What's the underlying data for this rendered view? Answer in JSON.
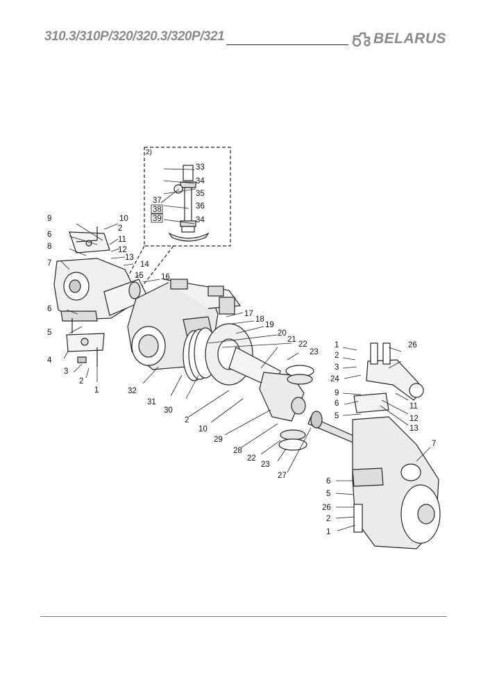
{
  "header": {
    "title": "310.3/310P/320/320.3/320P/321",
    "brand": "BELARUS"
  },
  "inset": {
    "note": "2)",
    "labels": [
      "33",
      "34",
      "35",
      "36",
      "34",
      "37",
      "38",
      "39"
    ]
  },
  "callouts": [
    "10",
    "9",
    "2",
    "6",
    "11",
    "8",
    "12",
    "7",
    "13",
    "14",
    "15",
    "16",
    "6",
    "17",
    "18",
    "5",
    "19",
    "20",
    "21",
    "22",
    "23",
    "4",
    "3",
    "2",
    "1",
    "32",
    "31",
    "30",
    "2",
    "10",
    "29",
    "28",
    "22",
    "23",
    "27",
    "1",
    "26",
    "2",
    "3",
    "24",
    "9",
    "6",
    "5",
    "11",
    "12",
    "13",
    "7",
    "6",
    "5",
    "26",
    "2",
    "1"
  ],
  "colors": {
    "header_gray": "#8a8a8a",
    "ink": "#111111"
  }
}
